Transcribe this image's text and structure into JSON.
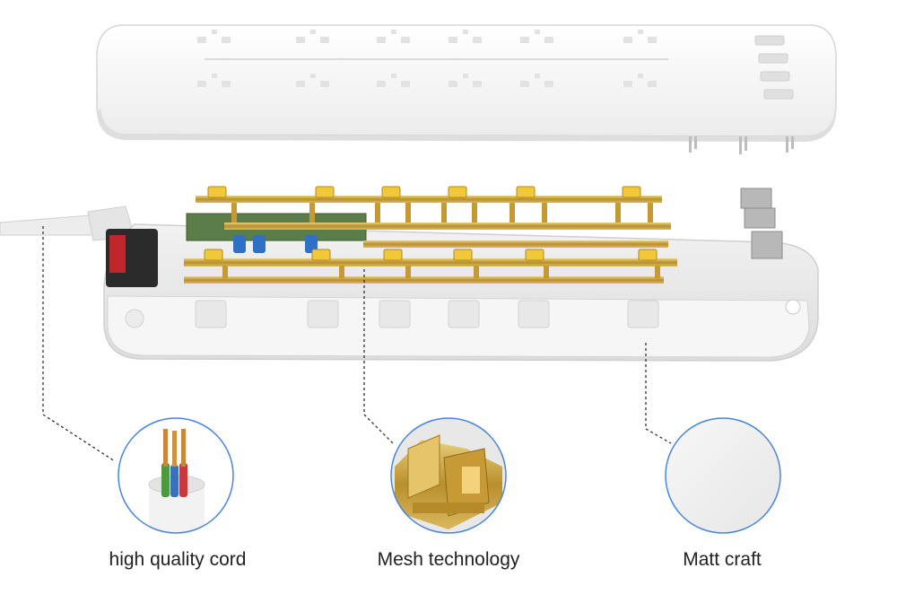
{
  "features": [
    {
      "label": "high quality cord"
    },
    {
      "label": "Mesh technology"
    },
    {
      "label": "Matt craft"
    }
  ],
  "colors": {
    "housing": "#f4f4f4",
    "housing_edge": "#d8d8d8",
    "brass": "#c9a445",
    "pcb": "#5b7d4a",
    "circle_border": "#4a86d6",
    "switch": "#c0272d",
    "leader_line": "#333333"
  },
  "icons": [
    "power-strip-cover",
    "power-strip-base",
    "cord-cross-section",
    "brass-contact-closeup",
    "matte-surface-closeup"
  ]
}
